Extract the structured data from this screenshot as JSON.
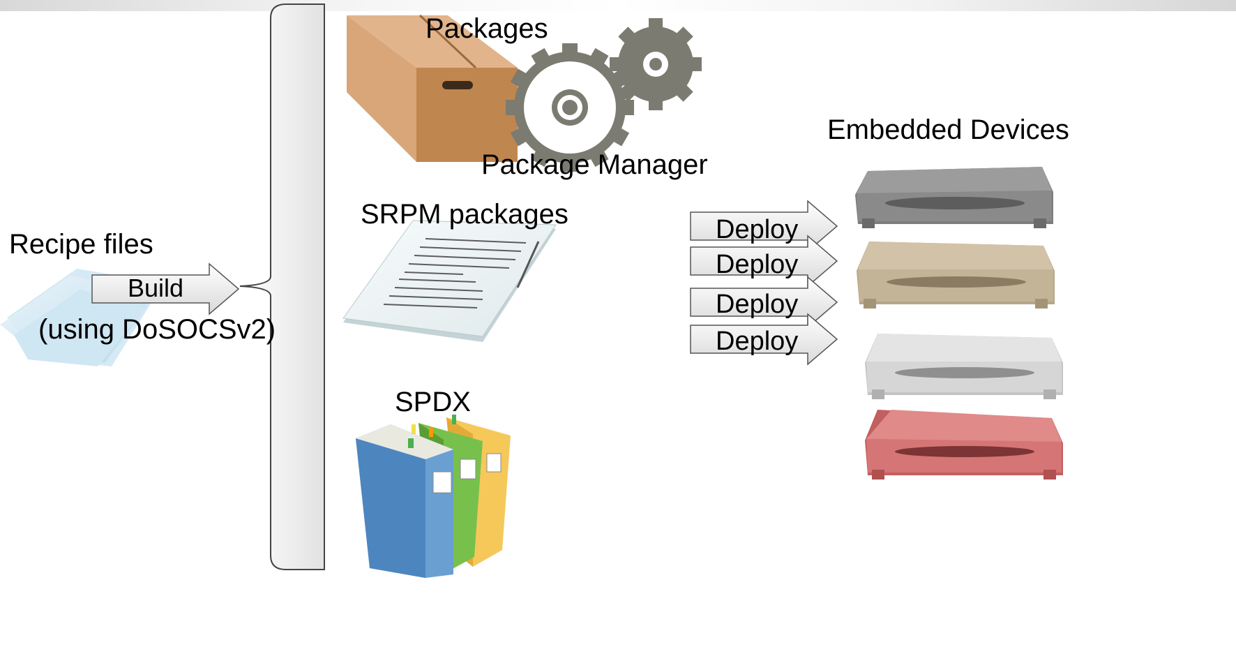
{
  "labels": {
    "recipe_files": "Recipe files",
    "build": "Build",
    "using_dosocs": "(using DoSOCSv2)",
    "packages": "Packages",
    "package_manager": "Package Manager",
    "srpm_packages": "SRPM packages",
    "spdx": "SPDX",
    "embedded_devices": "Embedded Devices"
  },
  "deploy_arrows": [
    {
      "label": "Deploy"
    },
    {
      "label": "Deploy"
    },
    {
      "label": "Deploy"
    },
    {
      "label": "Deploy"
    }
  ],
  "icons": {
    "recipe": "document-stack-icon",
    "box": "cardboard-box-icon",
    "gears": "gears-icon",
    "srpm": "paper-document-icon",
    "spdx": "binders-icon",
    "device": "device-box-icon"
  },
  "colors": {
    "box": "#c08a55",
    "gear": "#7a7a72",
    "binder_blue": "#6b9fd0",
    "binder_green": "#79c24e",
    "binder_yellow": "#f7c95a",
    "device_gray": "#8f8f8f",
    "device_beige": "#cdbda5",
    "device_silver": "#d8d8d8",
    "device_red": "#d97b7b"
  }
}
